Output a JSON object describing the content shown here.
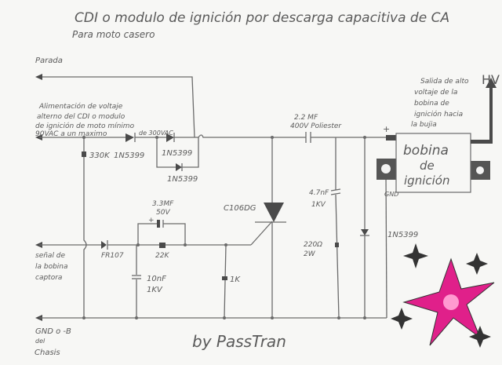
{
  "title": "CDI o modulo de ignición por descarga capacitiva de CA",
  "subtitle": "Para moto casero",
  "labels": {
    "parada": "Parada",
    "ac_input": [
      "Alimentación de voltaje",
      "alterno del CDI o modulo",
      "de ignición de moto mínimo",
      "90VAC a un maximo",
      "de 300VAC"
    ],
    "signal": [
      "señal de",
      "la bobina",
      "captora"
    ],
    "gnd": [
      "GND o -B",
      "del",
      "Chasis"
    ],
    "hv_output": [
      "Salida de alto",
      "voltaje de la",
      "bobina de",
      "ignición hacia",
      "la bujia"
    ],
    "hv": "HV",
    "plus": "+",
    "gnd_coil": "GND",
    "coil": [
      "bobina",
      "de",
      "ignición"
    ],
    "author": "by PassTran"
  },
  "components": {
    "r330k": "330K",
    "d1": "1N5399",
    "d2": "1N5399",
    "d3": "1N5399",
    "d4": "1N5399",
    "fr107": "FR107",
    "c33": [
      "3.3MF",
      "50V"
    ],
    "r22k": "22K",
    "c10n": [
      "10nF",
      "1KV"
    ],
    "r1k": "1K",
    "scr": "C106DG",
    "c22": [
      "2.2 MF",
      "400V Poliester"
    ],
    "c47n": [
      "4.7nF",
      "1KV"
    ],
    "r220": [
      "220Ω",
      "2W"
    ]
  },
  "colors": {
    "ink": "#6b6b6b",
    "star": "#e0208a"
  }
}
